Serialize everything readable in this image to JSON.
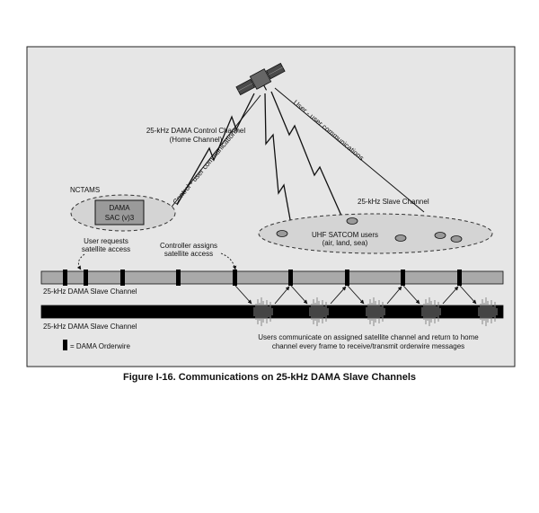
{
  "figure": {
    "labels": {
      "control_channel_line1": "25-kHz DAMA Control Channel",
      "control_channel_line2": "(Home Channel)",
      "user_comms_diag": "User - user communications",
      "control_comms_diag": "Control - user communications",
      "nctams": "NCTAMS",
      "dama_sac_line1": "DAMA",
      "dama_sac_line2": "SAC (v)3",
      "slave_channel_top": "25-kHz Slave Channel",
      "uhf_users_line1": "UHF SATCOM users",
      "uhf_users_line2": "(air, land, sea)",
      "user_requests_line1": "User requests",
      "user_requests_line2": "satellite access",
      "controller_assigns_line1": "Controller assigns",
      "controller_assigns_line2": "satellite access",
      "slave_channel_gray": "25-kHz DAMA Slave Channel",
      "slave_channel_black": "25-kHz DAMA Slave Channel",
      "users_communicate_line1": "Users communicate on assigned satellite channel and return to home",
      "users_communicate_line2": "channel every frame to receive/transmit orderwire messages",
      "legend_orderwire": "= DAMA Orderwire"
    },
    "caption": "Figure I-16. Communications on 25-kHz DAMA Slave Channels"
  },
  "colors": {
    "panel_fill": "#e6e6e6",
    "ellipse_fill": "#d4d4d4",
    "channel_gray": "#a9a9a9",
    "channel_black": "#000000",
    "burst": "#888888"
  }
}
